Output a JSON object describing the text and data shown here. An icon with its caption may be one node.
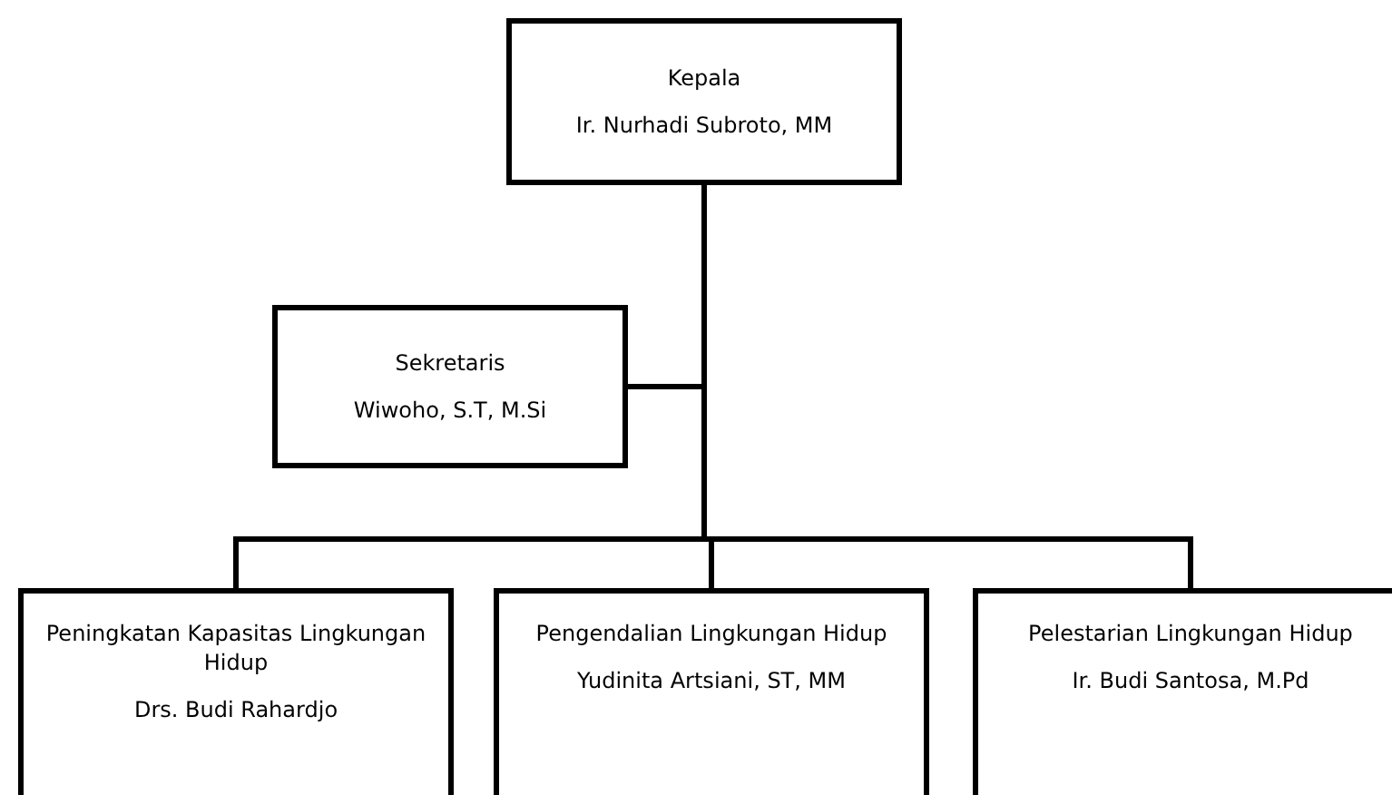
{
  "diagram": {
    "nodes": [
      {
        "text": [
          "Kepala",
          "Ir. Nurhadi Subroto, MM"
        ]
      },
      {
        "text": [
          "Sekretaris",
          "Wiwoho, S.T, M.Si"
        ]
      },
      {
        "text": [
          "Peningkatan Kapasitas Lingkungan Hidup",
          "Drs. Budi Rahardjo"
        ]
      },
      {
        "text": [
          "Pengendalian Lingkungan Hidup",
          "Yudinita Artsiani, ST, MM"
        ]
      },
      {
        "text": [
          "Pelestarian Lingkungan Hidup",
          "Ir. Budi Santosa, M.Pd"
        ]
      }
    ],
    "edges": [
      {
        "from": 0,
        "to": 1,
        "arrow": "none"
      },
      {
        "from": 0,
        "to": 2,
        "arrow": "none"
      },
      {
        "from": 0,
        "to": 3,
        "arrow": "none"
      },
      {
        "from": 0,
        "to": 4,
        "arrow": "none"
      }
    ]
  }
}
